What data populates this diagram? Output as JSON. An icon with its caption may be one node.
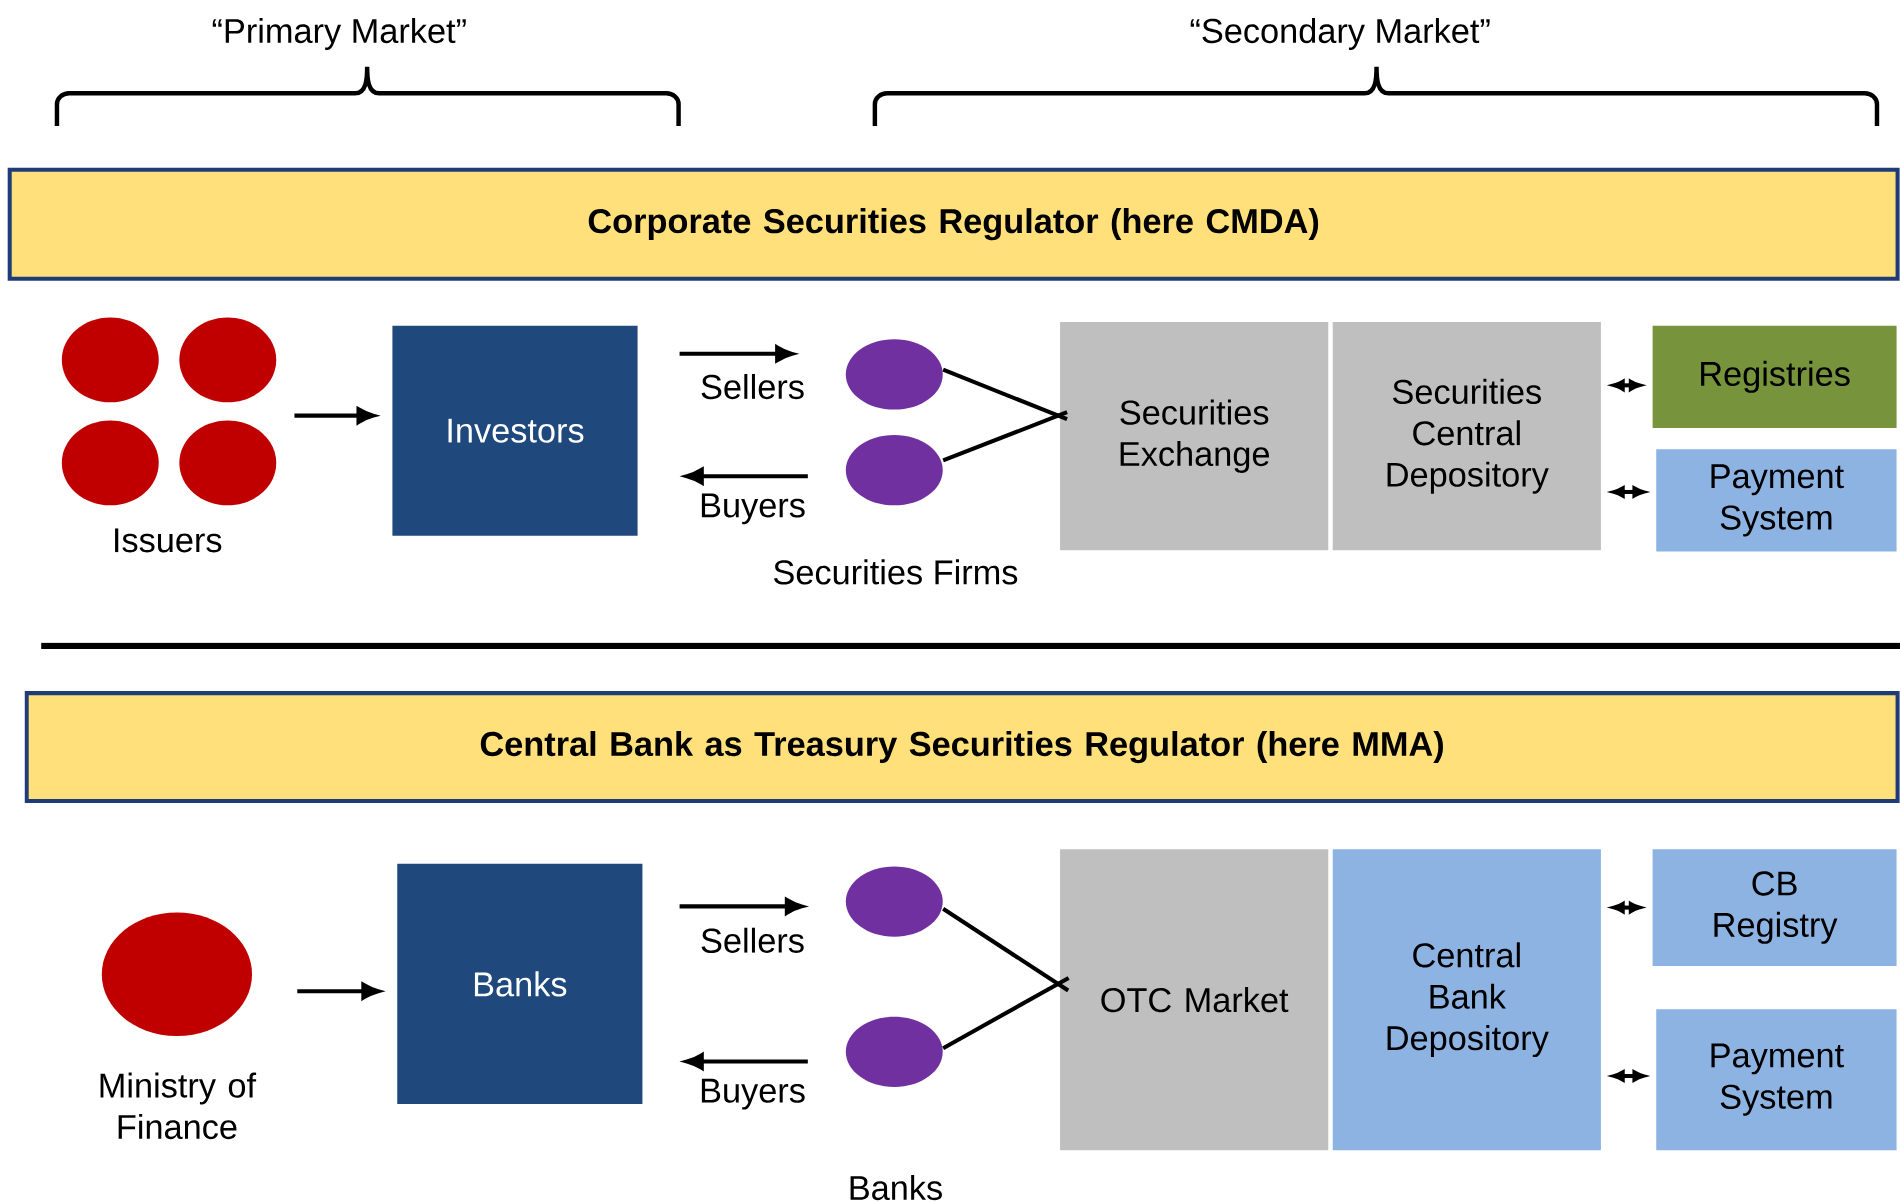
{
  "diagram": {
    "nodes": [
      {
        "text": [
          "Corporate Securities Regulator (here CMDA)"
        ]
      },
      {
        "text": [],
        "shape": "circle"
      },
      {
        "text": [],
        "shape": "circle"
      },
      {
        "text": [],
        "shape": "circle"
      },
      {
        "text": [],
        "shape": "circle"
      },
      {
        "text": [
          "Investors"
        ]
      },
      {
        "text": [],
        "shape": "circle"
      },
      {
        "text": [],
        "shape": "circle"
      },
      {
        "text": [
          "Securities Exchange"
        ]
      },
      {
        "text": [
          "Securities Central Depository"
        ]
      },
      {
        "text": [
          "Registries"
        ]
      },
      {
        "text": [
          "Payment System"
        ]
      },
      {
        "text": [
          "Central Bank as Treasury Securities Regulator (here MMA)"
        ]
      },
      {
        "text": [],
        "shape": "circle",
        "beside": [
          "Ministry of Finance"
        ]
      },
      {
        "text": [
          "Banks"
        ]
      },
      {
        "text": [],
        "shape": "circle"
      },
      {
        "text": [],
        "shape": "circle"
      },
      {
        "text": [
          "OTC Market"
        ]
      },
      {
        "text": [
          "Central Bank Depository"
        ]
      },
      {
        "text": [
          "CB Registry"
        ]
      },
      {
        "text": [
          "Payment System"
        ]
      }
    ],
    "edges": [
      {
        "from": null,
        "to": 5,
        "arrow": "to"
      },
      {
        "from": 5,
        "to": 6,
        "arrow": "to",
        "label": "Sellers"
      },
      {
        "from": 7,
        "to": 5,
        "arrow": "to",
        "label": "Buyers"
      },
      {
        "from": 6,
        "to": 8,
        "arrow": "none"
      },
      {
        "from": 7,
        "to": 8,
        "arrow": "none"
      },
      {
        "from": 9,
        "to": 10,
        "arrow": "both"
      },
      {
        "from": 9,
        "to": 11,
        "arrow": "both"
      },
      {
        "from": 13,
        "to": 14,
        "arrow": "to"
      },
      {
        "from": 14,
        "to": 15,
        "arrow": "to",
        "label": "Sellers"
      },
      {
        "from": 16,
        "to": 14,
        "arrow": "to",
        "label": "Buyers"
      },
      {
        "from": 15,
        "to": 17,
        "arrow": "none"
      },
      {
        "from": 16,
        "to": 17,
        "arrow": "none"
      },
      {
        "from": 18,
        "to": 19,
        "arrow": "both"
      },
      {
        "from": 18,
        "to": 20,
        "arrow": "both"
      }
    ],
    "labels": [
      "“Primary Market”",
      "“Secondary Market”",
      "Issuers",
      "Securities Firms",
      "Banks"
    ]
  }
}
